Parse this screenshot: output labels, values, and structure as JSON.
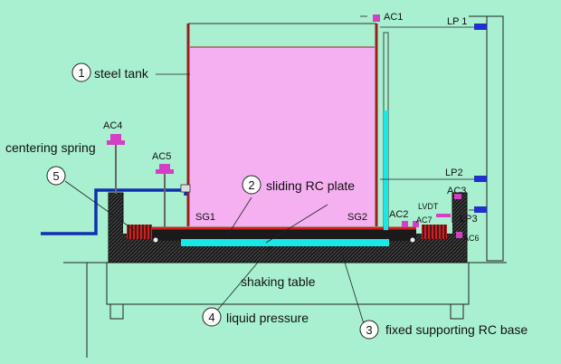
{
  "labels": {
    "steel_tank": "steel tank",
    "sliding_plate": "sliding RC plate",
    "shaking_table": "shaking table",
    "liquid_pressure": "liquid pressure",
    "fixed_base": "fixed supporting RC base",
    "centering_spring": "centering spring"
  },
  "markers": {
    "m1": "1",
    "m2": "2",
    "m3": "3",
    "m4": "4",
    "m5": "5"
  },
  "sensors": {
    "ac1": "AC1",
    "ac2": "AC2",
    "ac3": "AC3",
    "ac4": "AC4",
    "ac5": "AC5",
    "ac6": "AC6",
    "ac7": "AC7",
    "lp1": "LP 1",
    "lp2": "LP2",
    "lp3": "LP3",
    "lvdt": "LVDT",
    "sg1": "SG1",
    "sg2": "SG2"
  },
  "colors": {
    "background": "#a8f0cf",
    "liquid": "#f4b0f0",
    "tank_wall": "#9b1f1f",
    "plate": "#e02020",
    "fluid_layer": "#18e8e8",
    "base": "#1a1a1a",
    "sensor": "#d43fc3",
    "lp_sensor": "#2030c8",
    "pipe": "#1030b0",
    "spring": "#e03030"
  }
}
